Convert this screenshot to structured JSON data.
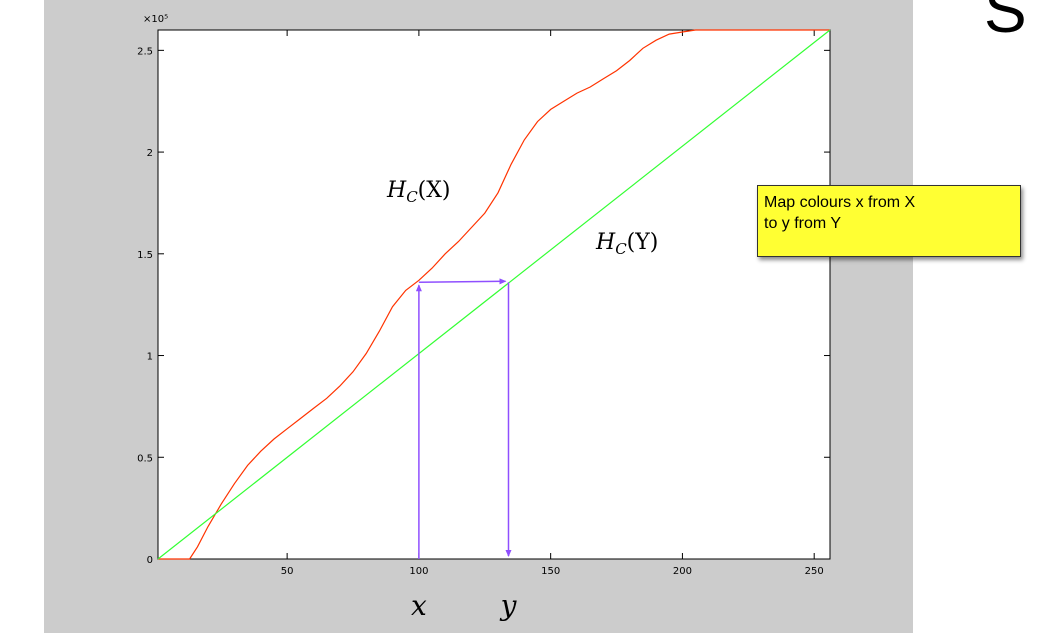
{
  "chart_data": {
    "type": "line",
    "title": "",
    "xlabel": "",
    "ylabel": "",
    "xlim": [
      1,
      256
    ],
    "ylim": [
      0,
      2.6
    ],
    "y_scale_factor": "×10⁵",
    "xticks": [
      "50",
      "100",
      "150",
      "200",
      "250"
    ],
    "yticks": [
      "0",
      "0.5",
      "1",
      "1.5",
      "2",
      "2.5"
    ],
    "grid": false,
    "series": [
      {
        "name": "H_C(X)",
        "color": "#ff3300",
        "x": [
          1,
          12,
          13,
          16,
          20,
          25,
          30,
          35,
          40,
          45,
          50,
          55,
          60,
          65,
          70,
          75,
          80,
          85,
          90,
          95,
          100,
          105,
          110,
          115,
          120,
          125,
          130,
          135,
          140,
          145,
          150,
          155,
          160,
          165,
          170,
          175,
          180,
          185,
          190,
          195,
          200,
          205,
          256
        ],
        "y": [
          0,
          0,
          0.0,
          0.06,
          0.16,
          0.27,
          0.37,
          0.46,
          0.53,
          0.59,
          0.64,
          0.69,
          0.74,
          0.79,
          0.85,
          0.92,
          1.01,
          1.12,
          1.24,
          1.32,
          1.37,
          1.43,
          1.5,
          1.56,
          1.63,
          1.7,
          1.8,
          1.94,
          2.06,
          2.15,
          2.21,
          2.25,
          2.29,
          2.32,
          2.36,
          2.4,
          2.45,
          2.51,
          2.55,
          2.58,
          2.59,
          2.6,
          2.6
        ]
      },
      {
        "name": "H_C(Y)",
        "color": "#33ff33",
        "x": [
          1,
          256
        ],
        "y": [
          0,
          2.6
        ]
      }
    ],
    "annotations": {
      "hx_label": {
        "main": "H",
        "sub": "C",
        "arg": "(X)"
      },
      "hy_label": {
        "main": "H",
        "sub": "C",
        "arg": "(Y)"
      },
      "x_marker_label": "x",
      "y_marker_label": "y",
      "mapping_color": "#8f4fff",
      "mapping": {
        "x": 100,
        "y": 134,
        "level": 1.36
      }
    }
  },
  "note": {
    "line1": "Map colours x from X",
    "line2": "to y from Y"
  },
  "corner_glyph": "S"
}
